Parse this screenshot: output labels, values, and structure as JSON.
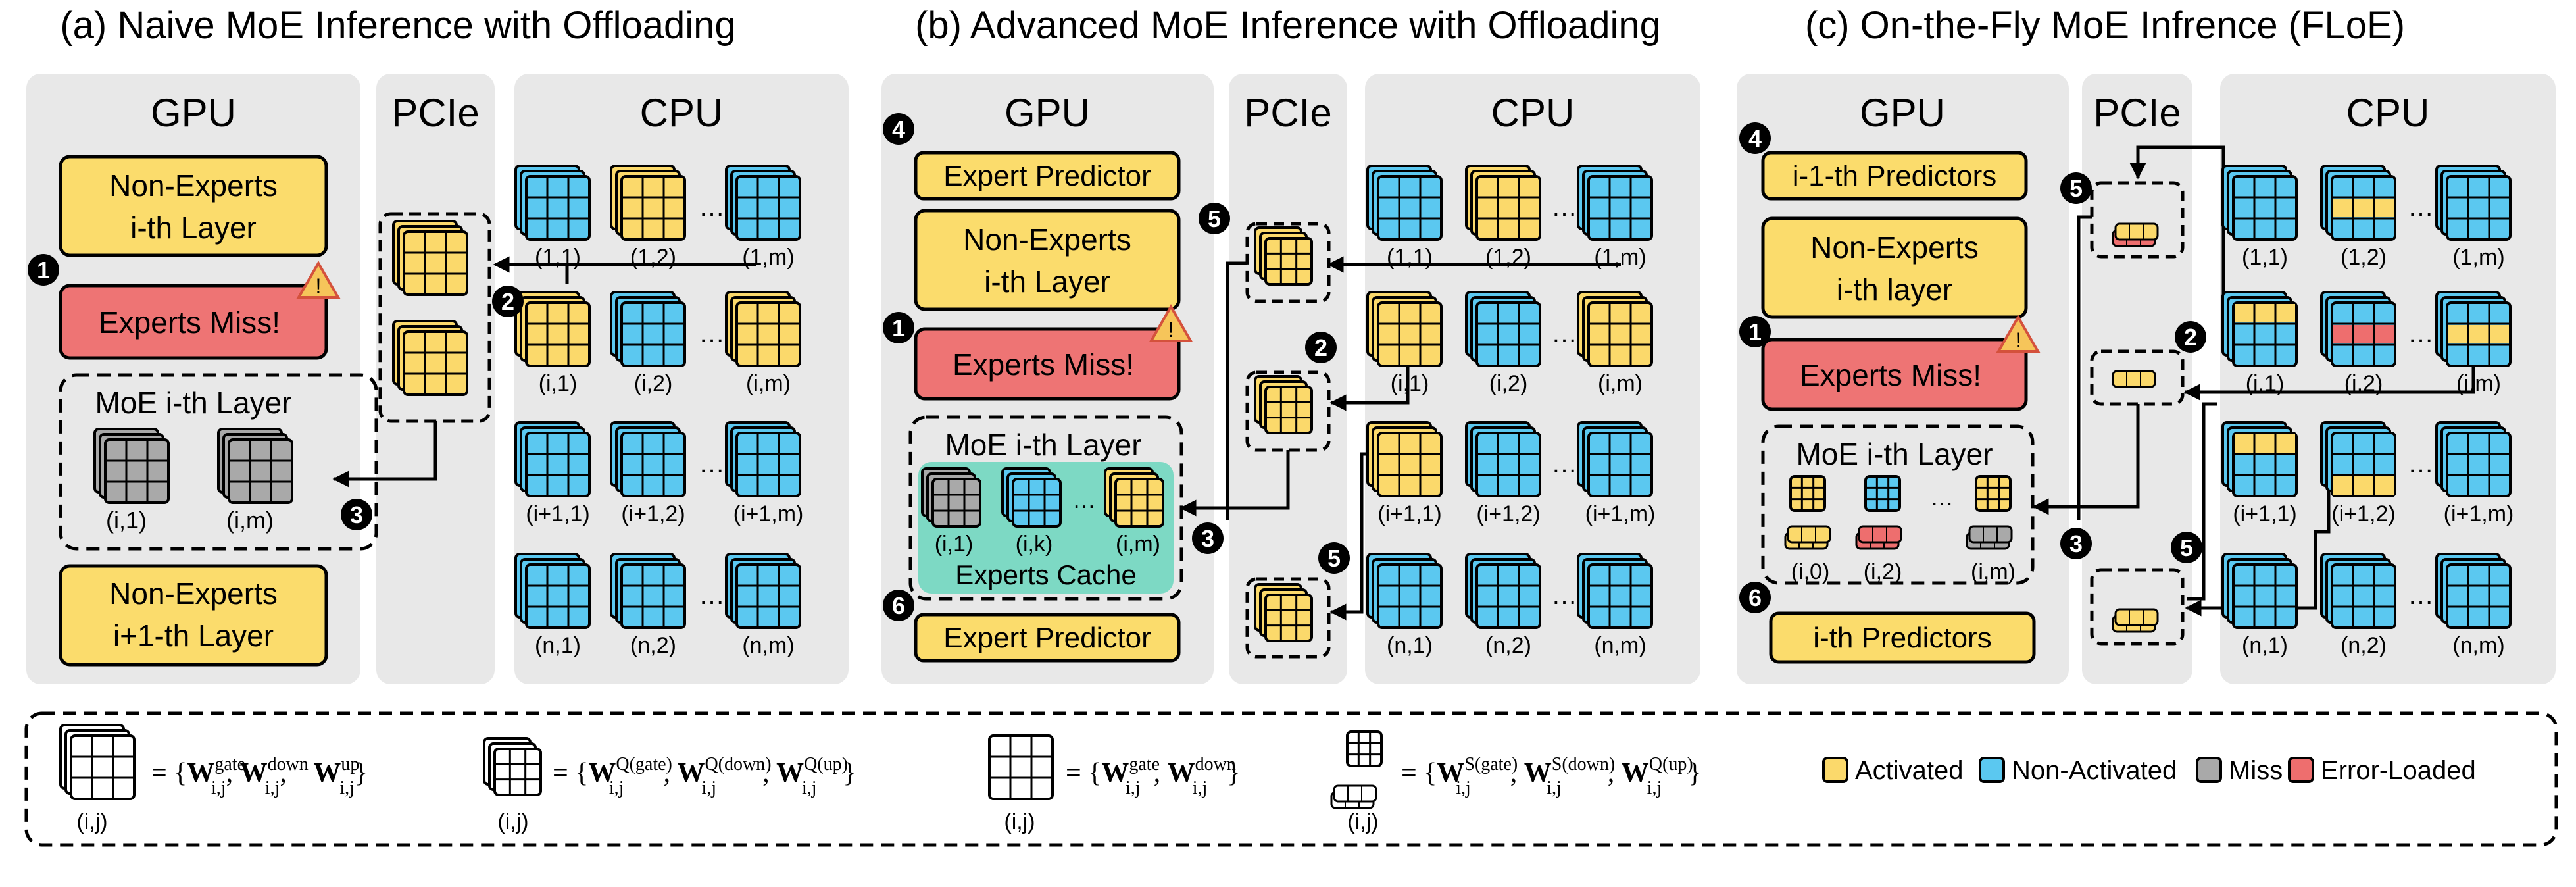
{
  "panels": {
    "a": {
      "title": "(a) Naive MoE Inference with Offloading",
      "gpu": "GPU",
      "pcie": "PCIe",
      "cpu": "CPU",
      "non_experts_1": [
        "Non-Experts",
        "i-th Layer"
      ],
      "experts_miss": "Experts Miss!",
      "moe_layer": "MoE i-th Layer",
      "moe_labels": [
        "(i,1)",
        "(i,m)"
      ],
      "non_experts_2": [
        "Non-Experts",
        "i+1-th Layer"
      ],
      "steps": [
        "1",
        "2",
        "3"
      ]
    },
    "b": {
      "title": "(b) Advanced MoE Inference with Offloading",
      "gpu": "GPU",
      "pcie": "PCIe",
      "cpu": "CPU",
      "expert_predictor": "Expert Predictor",
      "non_experts_1": [
        "Non-Experts",
        "i-th Layer"
      ],
      "experts_miss": "Experts Miss!",
      "moe_layer": "MoE i-th Layer",
      "moe_labels": [
        "(i,1)",
        "(i,k)",
        "(i,m)"
      ],
      "experts_cache": "Experts Cache",
      "expert_predictor_2": "Expert Predictor",
      "steps": [
        "4",
        "1",
        "2",
        "3",
        "5",
        "5",
        "6"
      ]
    },
    "c": {
      "title": "(c) On-the-Fly MoE Infrence (FLoE)",
      "gpu": "GPU",
      "pcie": "PCIe",
      "cpu": "CPU",
      "predictors_1": "i-1-th Predictors",
      "non_experts_1": [
        "Non-Experts",
        "i-th layer"
      ],
      "experts_miss": "Experts Miss!",
      "moe_layer": "MoE i-th Layer",
      "moe_labels": [
        "(i,0)",
        "(i,2)",
        "(i,m)"
      ],
      "predictors_2": "i-th Predictors",
      "steps": [
        "4",
        "1",
        "5",
        "2",
        "3",
        "5",
        "6"
      ]
    }
  },
  "cpu_grid_labels": [
    [
      "(1,1)",
      "(1,2)",
      "(1,m)"
    ],
    [
      "(i,1)",
      "(i,2)",
      "(i,m)"
    ],
    [
      "(i+1,1)",
      "(i+1,2)",
      "(i+1,m)"
    ],
    [
      "(n,1)",
      "(n,2)",
      "(n,m)"
    ]
  ],
  "ellipsis": "…",
  "legend": {
    "ij": "(i,j)",
    "eq1": "= {W",
    "items": [
      "Activated",
      "Non-Activated",
      "Miss",
      "Error-Loaded"
    ],
    "colors": {
      "activated": "#fbd96b",
      "non_activated": "#5bc8f0",
      "miss": "#a9a9a9",
      "error_loaded": "#ee6e6e",
      "cache": "#7dd9c4",
      "panel_bg": "#e8e8e8",
      "yellow_box": "#fbdc6c",
      "red_box": "#ee7474"
    }
  }
}
